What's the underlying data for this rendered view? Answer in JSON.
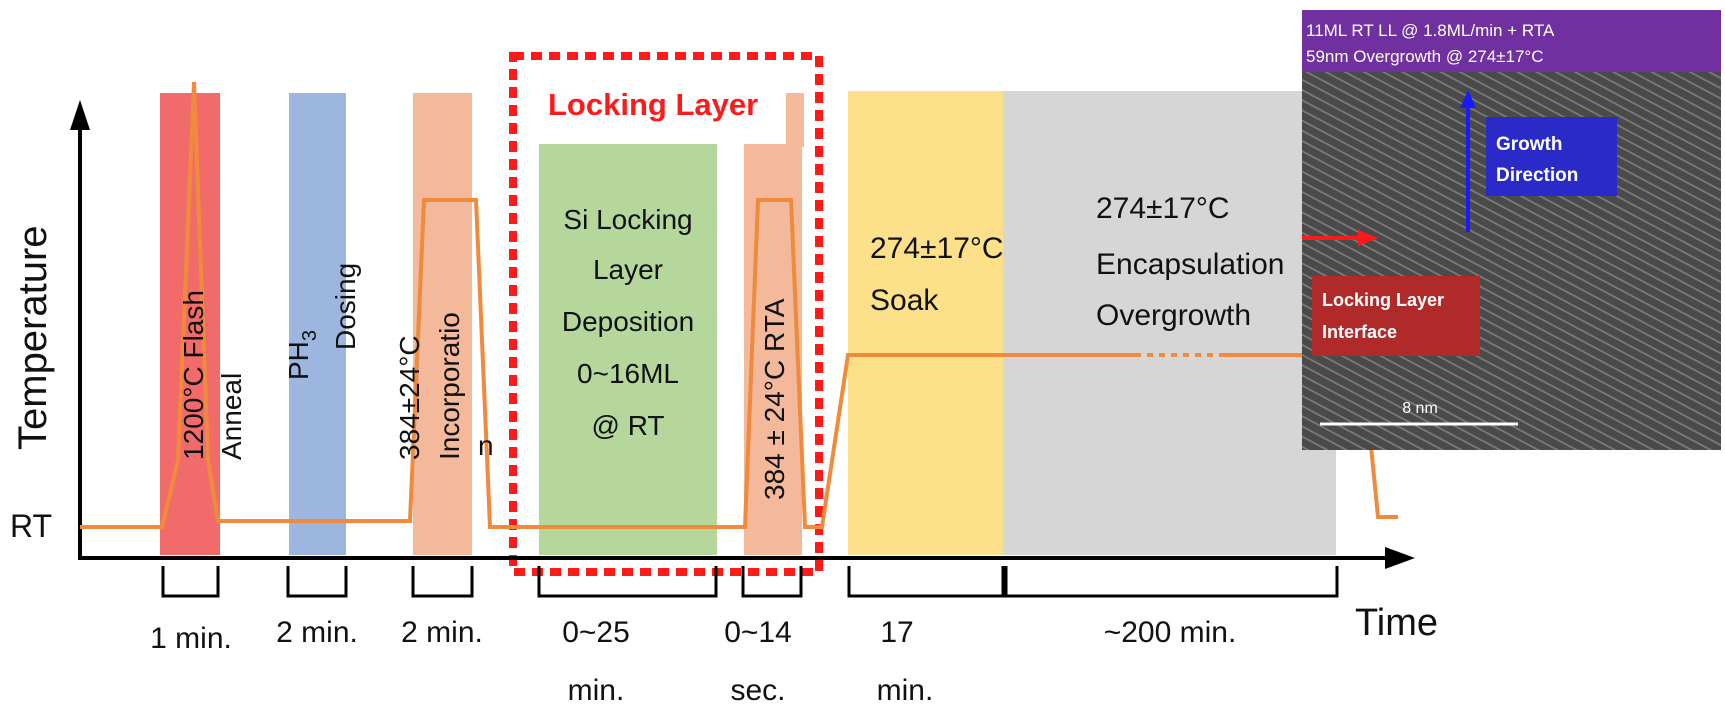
{
  "axes": {
    "y_label": "Temperature",
    "x_label": "Time",
    "rt_label": "RT"
  },
  "steps": [
    {
      "id": "flash",
      "lines": [
        "1200°C Flash",
        "Anneal"
      ],
      "duration": [
        "1 min."
      ],
      "color": "#f26b6b"
    },
    {
      "id": "ph3",
      "lines_custom": true,
      "duration": [
        "2 min."
      ],
      "color": "#9db6e0"
    },
    {
      "id": "incorporation",
      "lines": [
        "384±24°C",
        "Incorporatio",
        "n"
      ],
      "duration": [
        "2 min."
      ],
      "color": "#f4b99a"
    },
    {
      "id": "si-locking",
      "lines": [
        "Si Locking",
        "Layer",
        "Deposition",
        "0~16ML",
        "@ RT"
      ],
      "duration": [
        "0~25",
        "min."
      ],
      "color": "#b5d79c"
    },
    {
      "id": "rta",
      "lines": [
        "384 ± 24°C RTA"
      ],
      "duration": [
        "0~14",
        "sec."
      ],
      "color": "#f4b99a"
    },
    {
      "id": "soak",
      "lines": [
        "274±17°C",
        "Soak"
      ],
      "duration": [
        "17",
        "min."
      ],
      "color": "#fde08a"
    },
    {
      "id": "overgrowth",
      "lines": [
        "274±17°C",
        "Encapsulation",
        "Overgrowth"
      ],
      "duration": [
        "~200 min."
      ],
      "color": "#d6d6d6"
    }
  ],
  "ph3": {
    "formula": "PH",
    "subscript": "3",
    "word": "Dosing"
  },
  "locking_layer": {
    "label": "Locking Layer",
    "color": "#ff1a1a"
  },
  "curve_color": "#f08a3c",
  "tem": {
    "caption_line1": "11ML RT LL @ 1.8ML/min + RTA",
    "caption_line2": "59nm Overgrowth @ 274±17°C",
    "caption_bg": "#7030a0",
    "growth_label": [
      "Growth",
      "Direction"
    ],
    "growth_bg": "#2a2ac8",
    "interface_label": [
      "Locking Layer",
      "Interface"
    ],
    "interface_bg": "#b02a2a",
    "scale_label": "8 nm"
  }
}
